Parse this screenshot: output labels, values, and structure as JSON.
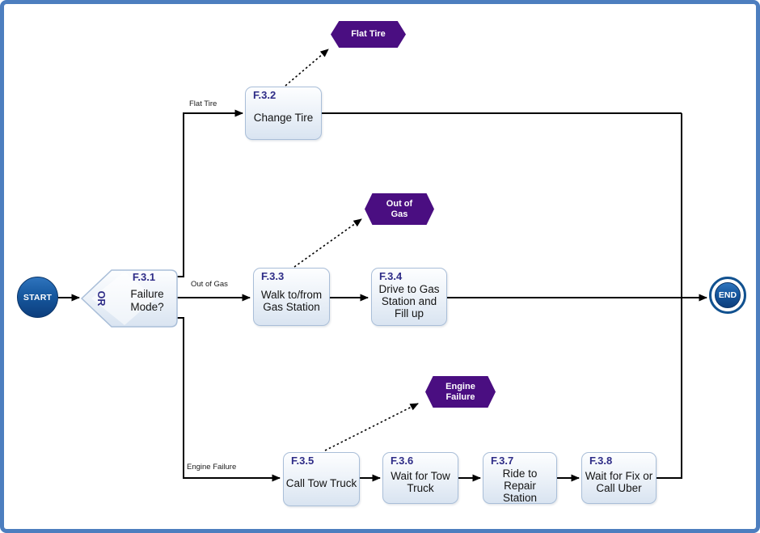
{
  "flowchart": {
    "start": {
      "label": "START"
    },
    "end": {
      "label": "END"
    },
    "gateway": {
      "id": "F.3.1",
      "operator": "OR",
      "label": "Failure Mode?"
    },
    "branch_labels": {
      "flat_tire": "Flat Tire",
      "out_of_gas": "Out of Gas",
      "engine_failure": "Engine Failure"
    },
    "tasks": [
      {
        "id": "F.3.2",
        "label": "Change Tire"
      },
      {
        "id": "F.3.3",
        "label": "Walk to/from Gas Station"
      },
      {
        "id": "F.3.4",
        "label": "Drive to Gas Station and Fill up"
      },
      {
        "id": "F.3.5",
        "label": "Call Tow Truck"
      },
      {
        "id": "F.3.6",
        "label": "Wait for Tow Truck"
      },
      {
        "id": "F.3.7",
        "label": "Ride to Repair Station"
      },
      {
        "id": "F.3.8",
        "label": "Wait for Fix or Call Uber"
      }
    ],
    "events": [
      {
        "label": "Flat Tire"
      },
      {
        "label": "Out of Gas"
      },
      {
        "label": "Engine Failure"
      }
    ],
    "edges": [
      {
        "from": "START",
        "to": "F.3.1"
      },
      {
        "from": "F.3.1",
        "to": "F.3.2",
        "label": "Flat Tire"
      },
      {
        "from": "F.3.1",
        "to": "F.3.3",
        "label": "Out of Gas"
      },
      {
        "from": "F.3.1",
        "to": "F.3.5",
        "label": "Engine Failure"
      },
      {
        "from": "F.3.2",
        "to": "Flat Tire event",
        "style": "dotted"
      },
      {
        "from": "F.3.2",
        "to": "END"
      },
      {
        "from": "F.3.3",
        "to": "Out of Gas event",
        "style": "dotted"
      },
      {
        "from": "F.3.3",
        "to": "F.3.4"
      },
      {
        "from": "F.3.4",
        "to": "END"
      },
      {
        "from": "F.3.5",
        "to": "Engine Failure event",
        "style": "dotted"
      },
      {
        "from": "F.3.5",
        "to": "F.3.6"
      },
      {
        "from": "F.3.6",
        "to": "F.3.7"
      },
      {
        "from": "F.3.7",
        "to": "F.3.8"
      },
      {
        "from": "F.3.8",
        "to": "END"
      }
    ],
    "colors": {
      "frame": "#4d7ebf",
      "connector": "#000000",
      "task_fill_bottom": "#d9e4f1",
      "task_border": "#a9bed8",
      "task_id_text": "#2e2c87",
      "event_fill": "#4a0e81",
      "event_text": "#ffffff",
      "terminal_fill_top": "#2f74bd",
      "terminal_fill_bottom": "#0d3e7d",
      "terminal_ring": "#11518f",
      "terminal_text": "#ffffff"
    }
  }
}
